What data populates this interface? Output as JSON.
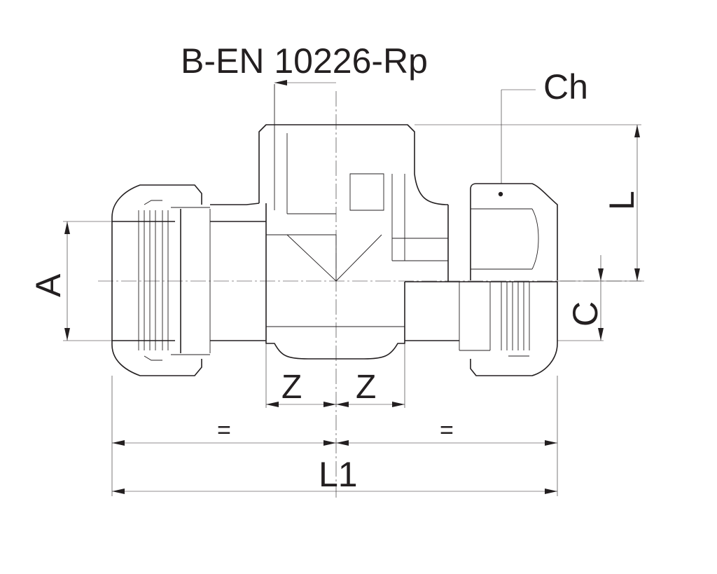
{
  "labels": {
    "thread_standard": "B-EN 10226-Rp",
    "hex": "Ch",
    "height": "L",
    "diameter": "A",
    "offset": "C",
    "half_left": "Z",
    "half_right": "Z",
    "equal_left": "=",
    "equal_right": "=",
    "length": "L1"
  },
  "colors": {
    "line": "#231f20",
    "background": "#ffffff"
  }
}
